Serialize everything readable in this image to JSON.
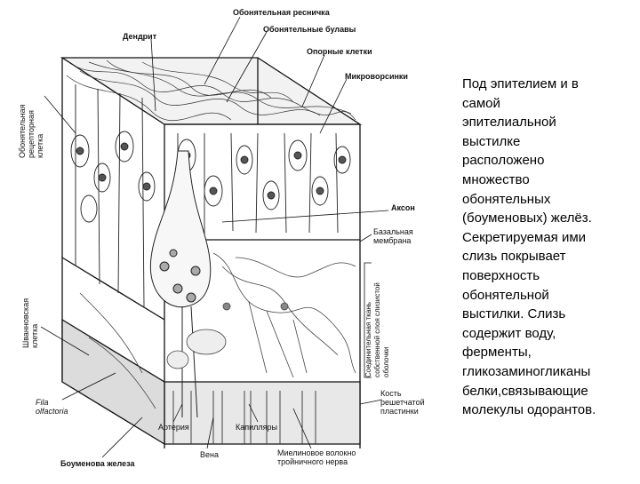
{
  "labels": {
    "cilium": "Обонятельная ресничка",
    "dendrite": "Дендрит",
    "clubs": "Обонятельные булавы",
    "support": "Опорные клетки",
    "microvilli": "Микроворсинки",
    "receptor_cell": "Обонятельная рецепторная клетка",
    "axon": "Аксон",
    "basal_membrane": "Базальная мембрана",
    "connective": "Соединительная ткань собственной слоя слизистой оболочки",
    "schwann": "Шванновская клетка",
    "fila": "Fila olfactoria",
    "bone": "Кость решетчатой пластинки",
    "artery": "Артерия",
    "capillaries": "Капилляры",
    "vein": "Вена",
    "myelin": "Миелиновое волокно тройничного нерва",
    "bowman": "Боуменова железа"
  },
  "caption": "Под эпителием и в\nсамой\nэпителиальной\nвыстилке\nрасположено\nмножество\nобонятельных\n(боуменовых) желёз.\nСекретируемая ими\nслизь покрывает\nповерхность\nобонятельной\nвыстилки. Слизь\nсодержит воду,\nферменты,\nгликозаминогликаны\nбелки,связывающие\nмолекулы одорантов."
}
